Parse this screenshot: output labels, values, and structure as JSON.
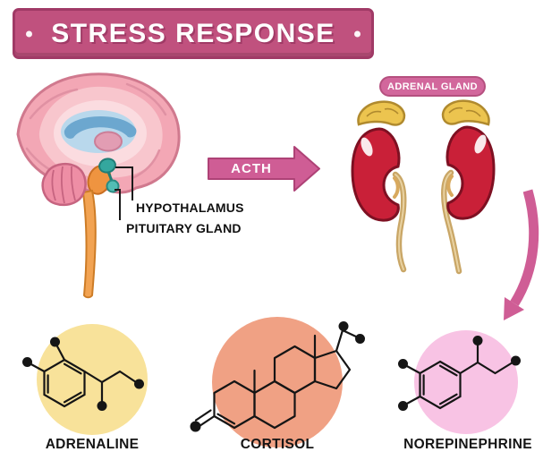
{
  "title": "STRESS RESPONSE",
  "brain": {
    "hypothalamus_label": "HYPOTHALAMUS",
    "pituitary_label": "PITUITARY GLAND"
  },
  "pathway": {
    "acth_label": "ACTH",
    "adrenal_gland_label": "ADRENAL GLAND"
  },
  "hormones": [
    {
      "name": "ADRENALINE",
      "circle_color": "#f8e29a"
    },
    {
      "name": "CORTISOL",
      "circle_color": "#f0a184"
    },
    {
      "name": "NOREPINEPHRINE",
      "circle_color": "#f8c3e4"
    }
  ],
  "colors": {
    "banner_pink": "#c0517e",
    "banner_edge": "#a03a66",
    "arrow_pink": "#cf5d95",
    "badge_pink": "#d2679c",
    "kidney_red": "#c92038",
    "kidney_outline": "#7e1022",
    "adrenal_yellow": "#ecc44f",
    "ureter_tan": "#c9a666",
    "brain_pink": "#f3a7b5",
    "background": "#ffffff"
  }
}
